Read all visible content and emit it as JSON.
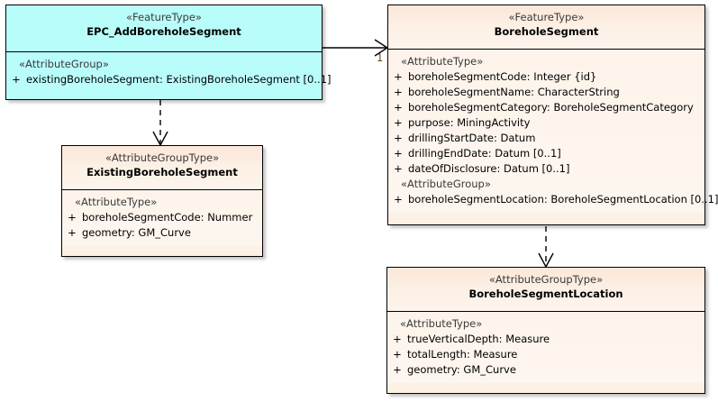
{
  "diagram": {
    "type": "uml-class-diagram",
    "background": "#ffffff",
    "classes": [
      {
        "id": "epc-add-borehole-segment",
        "stereotype": "«FeatureType»",
        "name": "EPC_AddBoreholeSegment",
        "fill": "#b9fdfb",
        "compartments": [
          {
            "group": "«AttributeGroup»",
            "attributes": [
              {
                "visibility": "+",
                "text": "existingBoreholeSegment: ExistingBoreholeSegment [0..1]"
              }
            ]
          }
        ]
      },
      {
        "id": "borehole-segment",
        "stereotype": "«FeatureType»",
        "name": "BoreholeSegment",
        "fill": "#fdf0e4",
        "compartments": [
          {
            "group": "«AttributeType»",
            "attributes": [
              {
                "visibility": "+",
                "text": "boreholeSegmentCode: Integer {id}"
              },
              {
                "visibility": "+",
                "text": "boreholeSegmentName: CharacterString"
              },
              {
                "visibility": "+",
                "text": "boreholeSegmentCategory: BoreholeSegmentCategory"
              },
              {
                "visibility": "+",
                "text": "purpose: MiningActivity"
              },
              {
                "visibility": "+",
                "text": "drillingStartDate: Datum"
              },
              {
                "visibility": "+",
                "text": "drillingEndDate: Datum [0..1]"
              },
              {
                "visibility": "+",
                "text": "dateOfDisclosure: Datum [0..1]"
              }
            ]
          },
          {
            "group": "«AttributeGroup»",
            "attributes": [
              {
                "visibility": "+",
                "text": "boreholeSegmentLocation: BoreholeSegmentLocation [0..1]"
              }
            ]
          }
        ]
      },
      {
        "id": "existing-borehole-segment",
        "stereotype": "«AttributeGroupType»",
        "name": "ExistingBoreholeSegment",
        "fill": "#fdf0e4",
        "compartments": [
          {
            "group": "«AttributeType»",
            "attributes": [
              {
                "visibility": "+",
                "text": "boreholeSegmentCode: Nummer"
              },
              {
                "visibility": "+",
                "text": "geometry: GM_Curve"
              }
            ]
          }
        ]
      },
      {
        "id": "borehole-segment-location",
        "stereotype": "«AttributeGroupType»",
        "name": "BoreholeSegmentLocation",
        "fill": "#fdf0e4",
        "compartments": [
          {
            "group": "«AttributeType»",
            "attributes": [
              {
                "visibility": "+",
                "text": "trueVerticalDepth: Measure"
              },
              {
                "visibility": "+",
                "text": "totalLength: Measure"
              },
              {
                "visibility": "+",
                "text": "geometry: GM_Curve"
              }
            ]
          }
        ]
      }
    ],
    "connectors": [
      {
        "id": "association-epc-to-boreholesegment",
        "kind": "association",
        "style": "solid",
        "arrowhead": "open",
        "from": "epc-add-borehole-segment",
        "to": "borehole-segment",
        "target_multiplicity": "1"
      },
      {
        "id": "dependency-epc-to-existing",
        "kind": "dependency",
        "style": "dashed",
        "arrowhead": "open",
        "from": "epc-add-borehole-segment",
        "to": "existing-borehole-segment",
        "target_multiplicity": ""
      },
      {
        "id": "dependency-boreholesegment-to-location",
        "kind": "dependency",
        "style": "dashed",
        "arrowhead": "open",
        "from": "borehole-segment",
        "to": "borehole-segment-location",
        "target_multiplicity": ""
      }
    ]
  }
}
